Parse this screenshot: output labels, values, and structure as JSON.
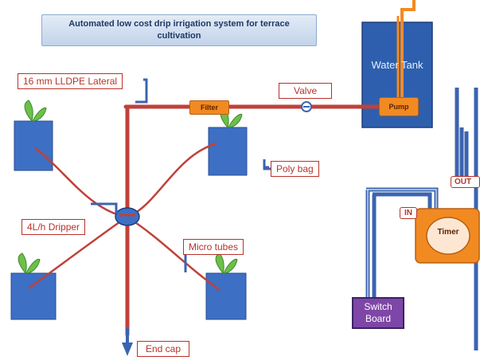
{
  "title": "Automated low cost drip irrigation system for terrace cultivation",
  "labels": {
    "lateral": "16 mm LLDPE Lateral",
    "valve": "Valve",
    "filter": "Filter",
    "pump": "Pump",
    "tank": "Water Tank",
    "poly_bag": "Poly bag",
    "dripper": "4L/h Dripper",
    "micro_tubes": "Micro tubes",
    "end_cap": "End cap",
    "timer": "Timer",
    "in": "IN",
    "out": "OUT",
    "switch_board": "Switch Board"
  },
  "colors": {
    "pipe": "#c0413a",
    "blue_pipe": "#3b64b0",
    "pot": "#3d6fc4",
    "tank": "#2e5fae",
    "orange": "#f28a22",
    "plant": "#6cc04a",
    "switch": "#7e46a7"
  }
}
